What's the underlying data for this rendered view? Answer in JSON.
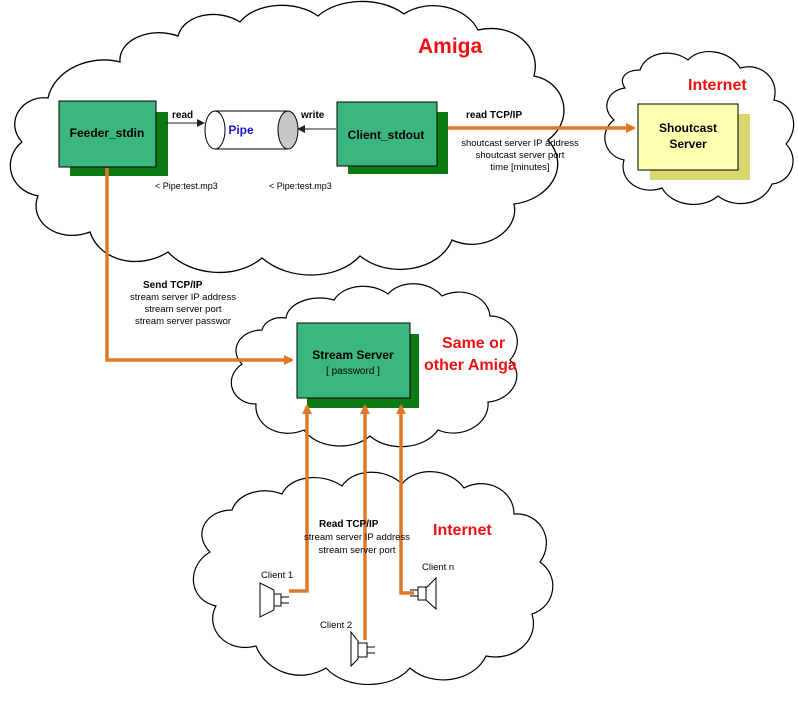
{
  "clouds": {
    "amiga_title": "Amiga",
    "internet_top_title": "Internet",
    "same_or_other_line1": "Same or",
    "same_or_other_line2": "other Amiga",
    "internet_bottom_title": "Internet"
  },
  "nodes": {
    "feeder": "Feeder_stdin",
    "pipe": "Pipe",
    "client_stdout": "Client_stdout",
    "shoutcast_line1": "Shoutcast",
    "shoutcast_line2": "Server",
    "stream_server": "Stream Server",
    "stream_server_sub": "[ password ]"
  },
  "labels": {
    "read": "read",
    "write": "write",
    "pipe_feeder_note": "< Pipe:test.mp3",
    "pipe_client_note": "< Pipe:test.mp3",
    "read_tcpip": "read TCP/IP",
    "shoutcast_params": [
      "shoutcast server IP address",
      "shoutcast server port",
      "time [minutes]"
    ],
    "send_tcpip": "Send TCP/IP",
    "send_params": [
      "stream server IP address",
      "stream server port",
      "stream server passwor"
    ],
    "read_tcpip_clients": "Read TCP/IP",
    "clients_params": [
      "stream server IP address",
      "stream server port"
    ],
    "client1": "Client 1",
    "client2": "Client 2",
    "clientn": "Client n"
  },
  "colors": {
    "node_green": "#3cb67f",
    "node_shadow": "#0b7a12",
    "shoutcast_fill": "#ffffb0",
    "shoutcast_shadow": "#d8d870",
    "arrow_orange": "#e0782a",
    "title_red": "#ee1111",
    "pipe_blue": "#1a1acc"
  }
}
